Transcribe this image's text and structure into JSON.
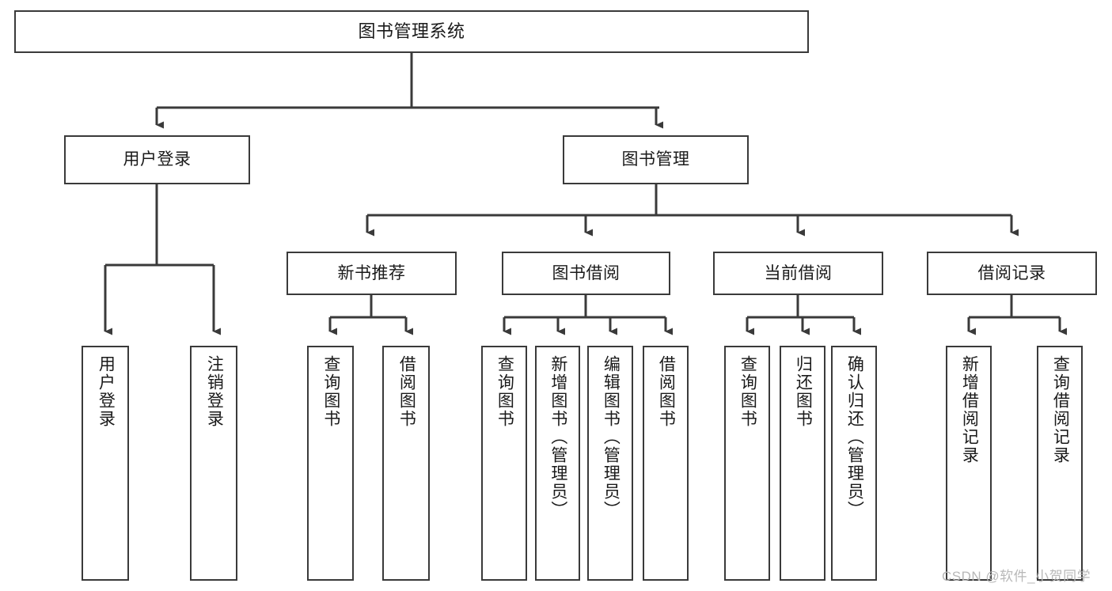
{
  "diagram": {
    "type": "tree-hierarchy",
    "title": "图书管理系统",
    "watermark": "CSDN @软件_小贺同学",
    "colors": {
      "stroke": "#3a3a3a",
      "background": "#ffffff",
      "text": "#1a1a1a",
      "watermark": "#b8b8b8"
    },
    "levels": {
      "root": {
        "label": "图书管理系统"
      },
      "level2": [
        {
          "label": "用户登录"
        },
        {
          "label": "图书管理"
        }
      ],
      "level3": [
        {
          "label": "新书推荐"
        },
        {
          "label": "图书借阅"
        },
        {
          "label": "当前借阅"
        },
        {
          "label": "借阅记录"
        }
      ],
      "leaves": [
        {
          "label": "用户登录",
          "parent": "用户登录"
        },
        {
          "label": "注销登录",
          "parent": "用户登录"
        },
        {
          "label": "查询图书",
          "parent": "新书推荐"
        },
        {
          "label": "借阅图书",
          "parent": "新书推荐"
        },
        {
          "label": "查询图书",
          "parent": "图书借阅"
        },
        {
          "label": "新增图书（管理员）",
          "parent": "图书借阅"
        },
        {
          "label": "编辑图书（管理员）",
          "parent": "图书借阅"
        },
        {
          "label": "借阅图书",
          "parent": "图书借阅"
        },
        {
          "label": "查询图书",
          "parent": "当前借阅"
        },
        {
          "label": "归还图书",
          "parent": "当前借阅"
        },
        {
          "label": "确认归还（管理员）",
          "parent": "当前借阅"
        },
        {
          "label": "新增借阅记录",
          "parent": "借阅记录"
        },
        {
          "label": "查询借阅记录",
          "parent": "借阅记录"
        }
      ]
    }
  }
}
